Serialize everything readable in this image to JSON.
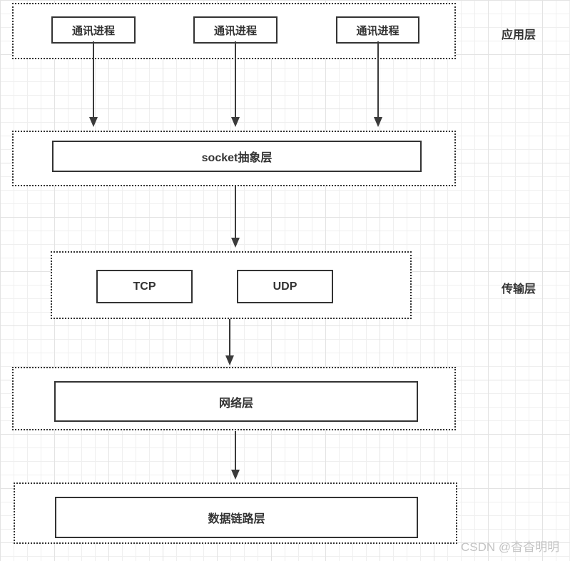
{
  "application_layer": {
    "side_label": "应用层",
    "processes": [
      "通讯进程",
      "通讯进程",
      "通讯进程"
    ]
  },
  "socket_layer": {
    "box_label": "socket抽象层"
  },
  "transport_layer": {
    "side_label": "传输层",
    "protocols": [
      "TCP",
      "UDP"
    ]
  },
  "network_layer": {
    "box_label": "网络层"
  },
  "datalink_layer": {
    "box_label": "数据链路层"
  },
  "watermark": "CSDN @杳杳明明",
  "colors": {
    "border": "#333333",
    "text": "#333333",
    "arrow": "#3a3a3a",
    "watermark": "#c3c3c3",
    "grid_minor": "#efefef",
    "grid_major": "#e3e3e3"
  }
}
